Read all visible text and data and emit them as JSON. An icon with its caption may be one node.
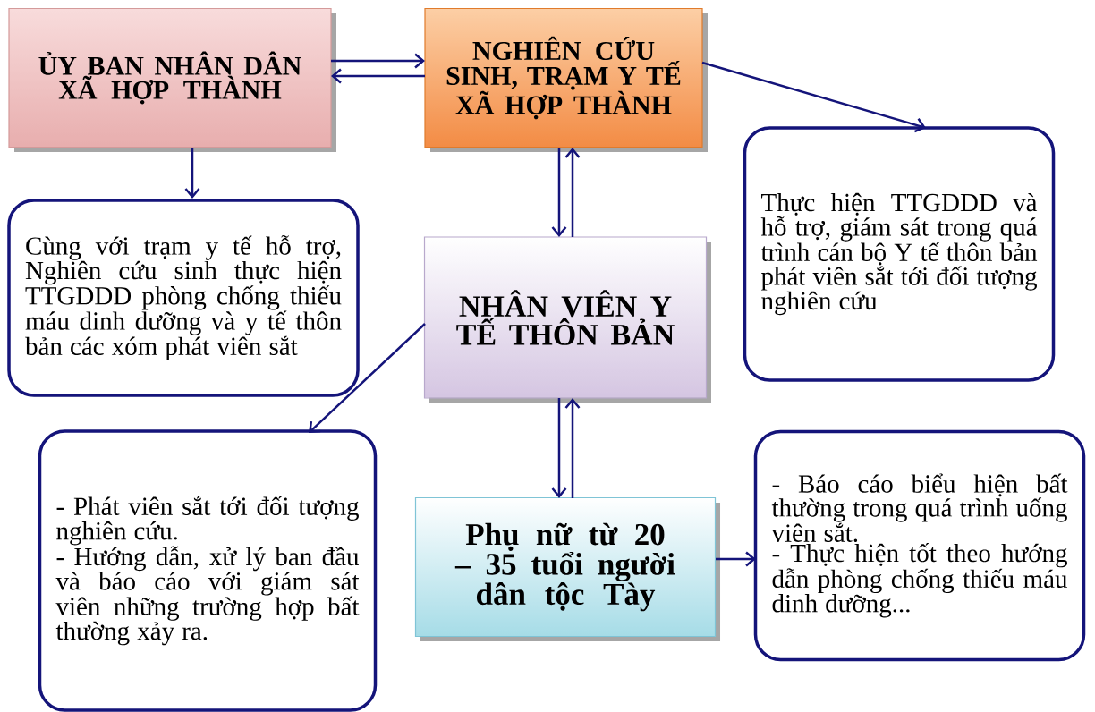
{
  "diagram": {
    "nodes": [
      {
        "text": [
          "ỦY BAN NHÂN DÂN XÃ HỢP THÀNH"
        ]
      },
      {
        "text": [
          "NGHIÊN CỨU SINH, TRẠM Y TẾ XÃ HỢP THÀNH"
        ]
      },
      {
        "text": [
          "Cùng với trạm y tế hỗ trợ, Nghiên cứu sinh thực hiện TTGDDD phòng chống thiếu máu dinh dưỡng và y tế thôn bản các xóm phát viên sắt"
        ]
      },
      {
        "text": [
          "NHÂN VIÊN Y TẾ THÔN BẢN"
        ]
      },
      {
        "text": [
          "Thực hiện TTGDDD và hỗ trợ, giám sát trong quá trình cán bộ Y tế thôn bản phát viên sắt tới đối tượng nghiên cứu"
        ]
      },
      {
        "text": [
          "- Phát viên sắt tới đối tượng nghiên cứu.",
          "- Hướng dẫn, xử lý ban đầu và báo cáo với giám sát viên những trường hợp bất thường xảy ra."
        ]
      },
      {
        "text": [
          "Phụ nữ từ 20 – 35 tuổi người dân tộc Tày"
        ]
      },
      {
        "text": [
          "- Báo cáo biểu hiện bất thường trong quá trình uống viên sắt.",
          "- Thực hiện tốt theo hướng dẫn phòng chống thiếu máu dinh dưỡng..."
        ]
      }
    ],
    "edges": [
      {
        "from": 0,
        "to": 1,
        "arrow": "to"
      },
      {
        "from": 1,
        "to": 0,
        "arrow": "to"
      },
      {
        "from": 0,
        "to": 2,
        "arrow": "to"
      },
      {
        "from": 1,
        "to": 4,
        "arrow": "to"
      },
      {
        "from": 1,
        "to": 3,
        "arrow": "to"
      },
      {
        "from": 3,
        "to": 1,
        "arrow": "to"
      },
      {
        "from": 3,
        "to": 5,
        "arrow": "to"
      },
      {
        "from": 3,
        "to": 6,
        "arrow": "to"
      },
      {
        "from": 6,
        "to": 3,
        "arrow": "to"
      },
      {
        "from": 6,
        "to": 7,
        "arrow": "to"
      }
    ]
  }
}
